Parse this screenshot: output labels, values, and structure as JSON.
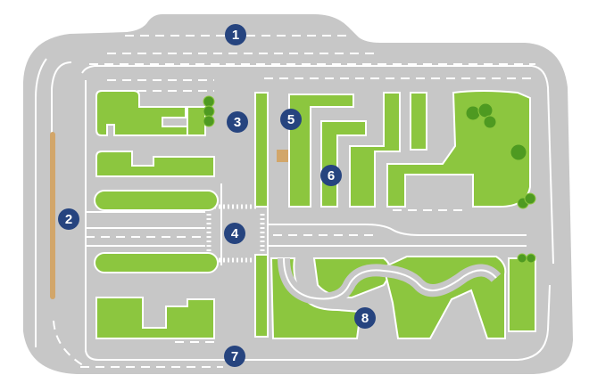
{
  "colors": {
    "road": "#c7c7c7",
    "grass": "#8cc63f",
    "tree": "#4e9a21",
    "line": "#ffffff",
    "marker": "#26447f",
    "sand": "#d2a66a"
  },
  "markers": [
    {
      "label": "1"
    },
    {
      "label": "2"
    },
    {
      "label": "3"
    },
    {
      "label": "4"
    },
    {
      "label": "5"
    },
    {
      "label": "6"
    },
    {
      "label": "7"
    },
    {
      "label": "8"
    }
  ]
}
